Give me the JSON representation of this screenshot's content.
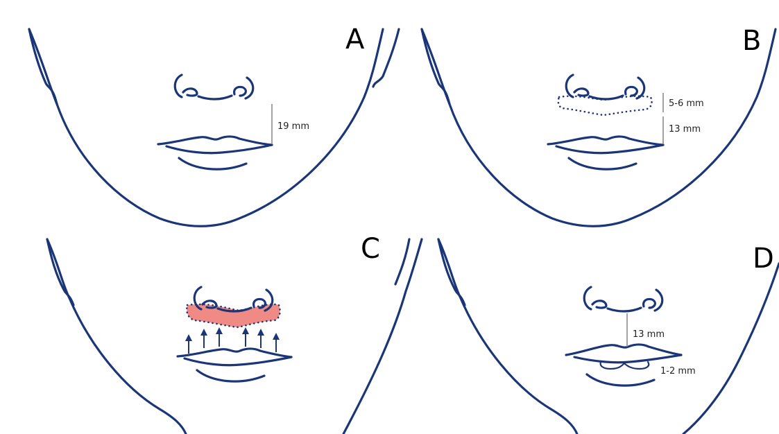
{
  "panels": [
    {
      "id": "A",
      "letter": "A",
      "measurements": [
        "19 mm"
      ]
    },
    {
      "id": "B",
      "letter": "B",
      "measurements": [
        "5-6 mm",
        "13 mm"
      ]
    },
    {
      "id": "C",
      "letter": "C",
      "measurements": []
    },
    {
      "id": "D",
      "letter": "D",
      "measurements": [
        "13 mm",
        "1-2 mm"
      ]
    }
  ],
  "colors": {
    "outline": "#1a3578",
    "excision": "#f08a85",
    "measure_line": "#8a8a8a"
  }
}
